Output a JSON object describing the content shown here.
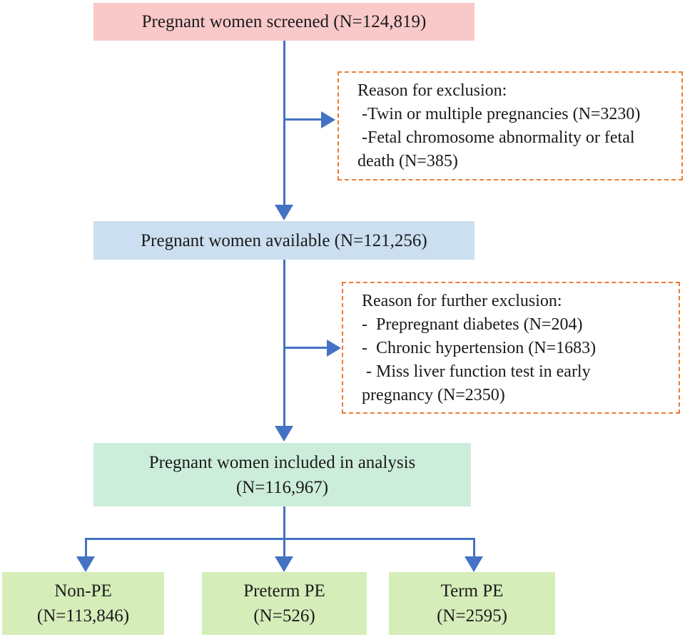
{
  "colors": {
    "line": "#4472c4",
    "dash": "#ed7d31",
    "pink": "#f9c9ca",
    "blue": "#cbdff0",
    "mint": "#cdeddb",
    "green": "#d5edb9",
    "text": "#1a1a1a"
  },
  "flow": {
    "screened": {
      "label": "Pregnant women screened (N=124,819)"
    },
    "exclusion1": {
      "full_text": "Reason for exclusion: -Twin or multiple pregnancies (N=3230) -Fetal chromosome abnormality or fetal death (N=385)",
      "lines": [
        "Reason for exclusion:",
        " -Twin or multiple pregnancies (N=3230)",
        " -Fetal chromosome abnormality or fetal",
        "death (N=385)"
      ]
    },
    "available": {
      "label": "Pregnant women available (N=121,256)"
    },
    "exclusion2": {
      "full_text": "Reason for further exclusion: - Prepregnant diabetes (N=204) - Chronic hypertension (N=1683) - Miss liver function test in early pregnancy (N=2350)",
      "lines": [
        "Reason for further exclusion:",
        "-  Prepregnant diabetes (N=204)",
        "-  Chronic hypertension (N=1683)",
        " - Miss liver function test in early",
        "pregnancy (N=2350)"
      ]
    },
    "included": {
      "line1": "Pregnant women included in analysis",
      "line2": "(N=116,967)"
    },
    "outcomes": [
      {
        "line1": "Non-PE",
        "line2": "(N=113,846)"
      },
      {
        "line1": "Preterm PE",
        "line2": "(N=526)"
      },
      {
        "line1": "Term PE",
        "line2": "(N=2595)"
      }
    ]
  }
}
